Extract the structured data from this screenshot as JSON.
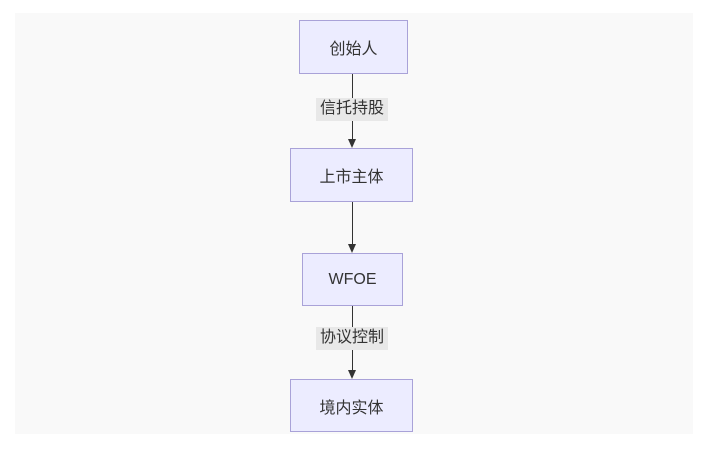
{
  "diagram": {
    "type": "flowchart",
    "direction": "top-down",
    "nodes": [
      {
        "id": "founder",
        "label": "创始人"
      },
      {
        "id": "listed-entity",
        "label": "上市主体"
      },
      {
        "id": "wfoe",
        "label": "WFOE"
      },
      {
        "id": "domestic-entity",
        "label": "境内实体"
      }
    ],
    "edges": [
      {
        "from": "founder",
        "to": "listed-entity",
        "label": "信托持股",
        "arrow": "down"
      },
      {
        "from": "listed-entity",
        "to": "wfoe",
        "label": "",
        "arrow": "down"
      },
      {
        "from": "wfoe",
        "to": "domestic-entity",
        "label": "协议控制",
        "arrow": "down"
      }
    ],
    "colors": {
      "node_fill": "#ECECFF",
      "node_border": "#a9a2d8",
      "node_text": "#333333",
      "edge_line": "#333333",
      "edge_label_bg": "#e8e8e8",
      "edge_label_text": "#333333",
      "canvas_bg": "#f9f9f9",
      "page_bg": "#ffffff"
    }
  }
}
